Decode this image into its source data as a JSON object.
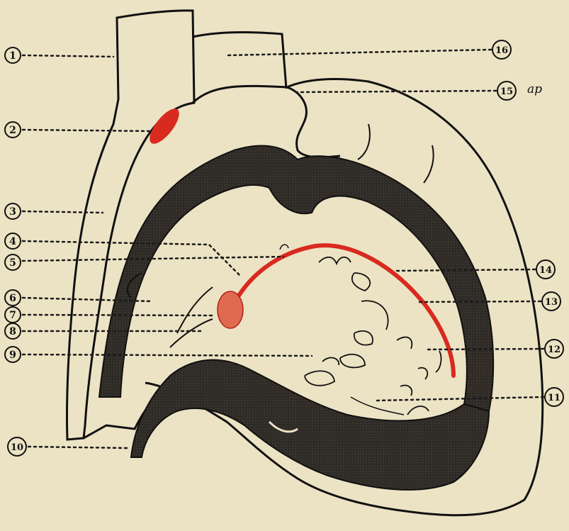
{
  "diagram": {
    "colors": {
      "paper": "#ece3c4",
      "ink": "#111111",
      "dark_band": "#2b2723",
      "red": "#d92a1f",
      "leader": "#1a1a1a"
    },
    "labels": [
      {
        "id": "1",
        "text": "1"
      },
      {
        "id": "2",
        "text": "2"
      },
      {
        "id": "3",
        "text": "3"
      },
      {
        "id": "4",
        "text": "4"
      },
      {
        "id": "5",
        "text": "5"
      },
      {
        "id": "6",
        "text": "6"
      },
      {
        "id": "7",
        "text": "7"
      },
      {
        "id": "8",
        "text": "8"
      },
      {
        "id": "9",
        "text": "9"
      },
      {
        "id": "10",
        "text": "10"
      },
      {
        "id": "11",
        "text": "11"
      },
      {
        "id": "12",
        "text": "12"
      },
      {
        "id": "13",
        "text": "13"
      },
      {
        "id": "14",
        "text": "14"
      },
      {
        "id": "15",
        "text": "15"
      },
      {
        "id": "16",
        "text": "16"
      }
    ],
    "handwritten_note": "ap"
  }
}
